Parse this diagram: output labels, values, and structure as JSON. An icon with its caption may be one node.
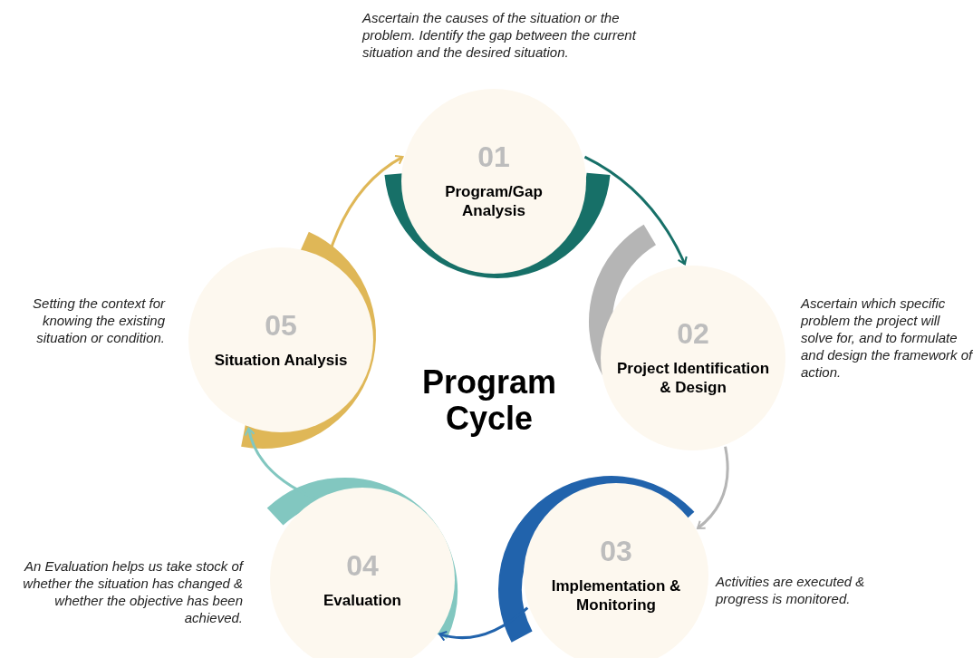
{
  "diagram": {
    "title": "Program Cycle",
    "nodes": [
      {
        "text": [
          "01",
          "Program/Gap Analysis"
        ],
        "beside": [
          "Ascertain the causes of the situation or the problem. Identify the gap between the current situation and the desired situation."
        ]
      },
      {
        "text": [
          "02",
          "Project Identification & Design"
        ],
        "beside": [
          "Ascertain which specific problem the project will solve for, and to formulate and design the framework of action."
        ]
      },
      {
        "text": [
          "03",
          "Implementation & Monitoring"
        ],
        "beside": [
          "Activities are executed & progress is monitored."
        ]
      },
      {
        "text": [
          "04",
          "Evaluation"
        ],
        "beside": [
          "An Evaluation helps us take stock of whether the situation has changed & whether the objective has been achieved."
        ]
      },
      {
        "text": [
          "05",
          "Situation Analysis"
        ],
        "beside": [
          "Setting the context for knowing the existing situation or condition."
        ]
      }
    ],
    "edges": [
      {
        "from": 0,
        "to": 1,
        "arrow": "to",
        "color": "#177068"
      },
      {
        "from": 1,
        "to": 2,
        "arrow": "to",
        "color": "#b5b5b5"
      },
      {
        "from": 2,
        "to": 3,
        "arrow": "to",
        "color": "#2163ac"
      },
      {
        "from": 3,
        "to": 4,
        "arrow": "to",
        "color": "#82c7c0"
      },
      {
        "from": 4,
        "to": 0,
        "arrow": "to",
        "color": "#dfb757"
      }
    ]
  }
}
